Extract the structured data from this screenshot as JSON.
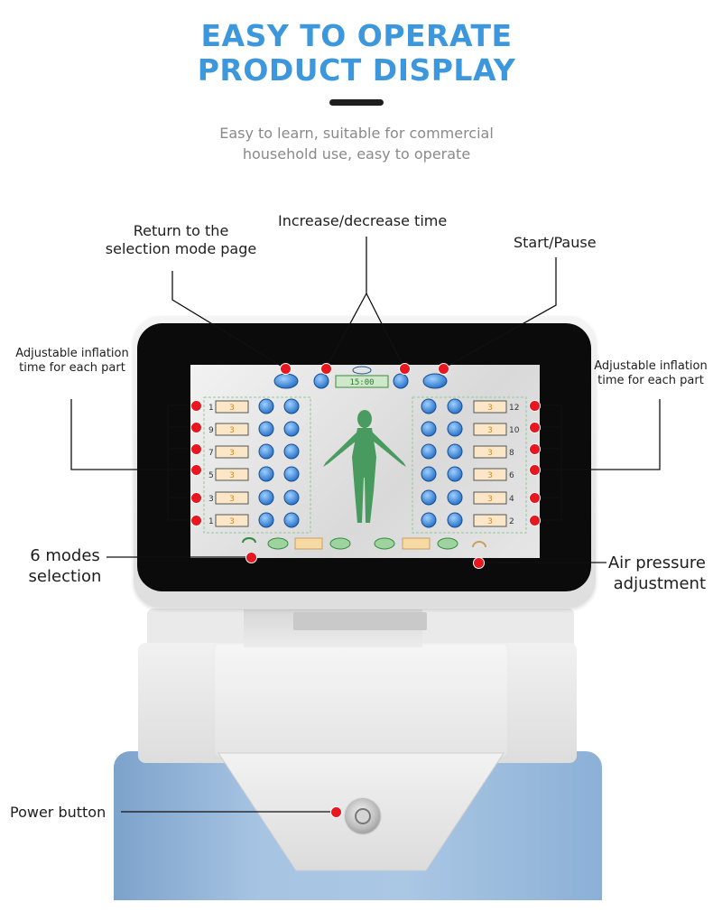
{
  "header": {
    "title_line1": "EASY TO OPERATE",
    "title_line2": "PRODUCT DISPLAY",
    "subtitle_line1": "Easy to learn, suitable for commercial",
    "subtitle_line2": "household use, easy to operate"
  },
  "callouts": {
    "return_line1": "Return to the",
    "return_line2": "selection mode page",
    "time": "Increase/decrease time",
    "start_pause": "Start/Pause",
    "left_inflation_line1": "Adjustable inflation",
    "left_inflation_line2": "time for each part",
    "right_inflation_line1": "Adjustable inflation",
    "right_inflation_line2": "time for each part",
    "modes_line1": "6 modes",
    "modes_line2": "selection",
    "air_line1": "Air pressure",
    "air_line2": "adjustment",
    "power": "Power button"
  },
  "screen": {
    "left_zone_numbers": [
      "1",
      "9",
      "7",
      "5",
      "3",
      "1"
    ],
    "right_zone_numbers": [
      "12",
      "10",
      "8",
      "6",
      "4",
      "2"
    ],
    "zone_value": "3",
    "timer_value": "15:00"
  },
  "colors": {
    "title_blue": "#3d97dd",
    "marker_red": "#e8161e",
    "base_blue": "#a7c4e3",
    "screen_button_blue": "#2f7fd6",
    "screen_figure_green": "#2f8f4a"
  }
}
